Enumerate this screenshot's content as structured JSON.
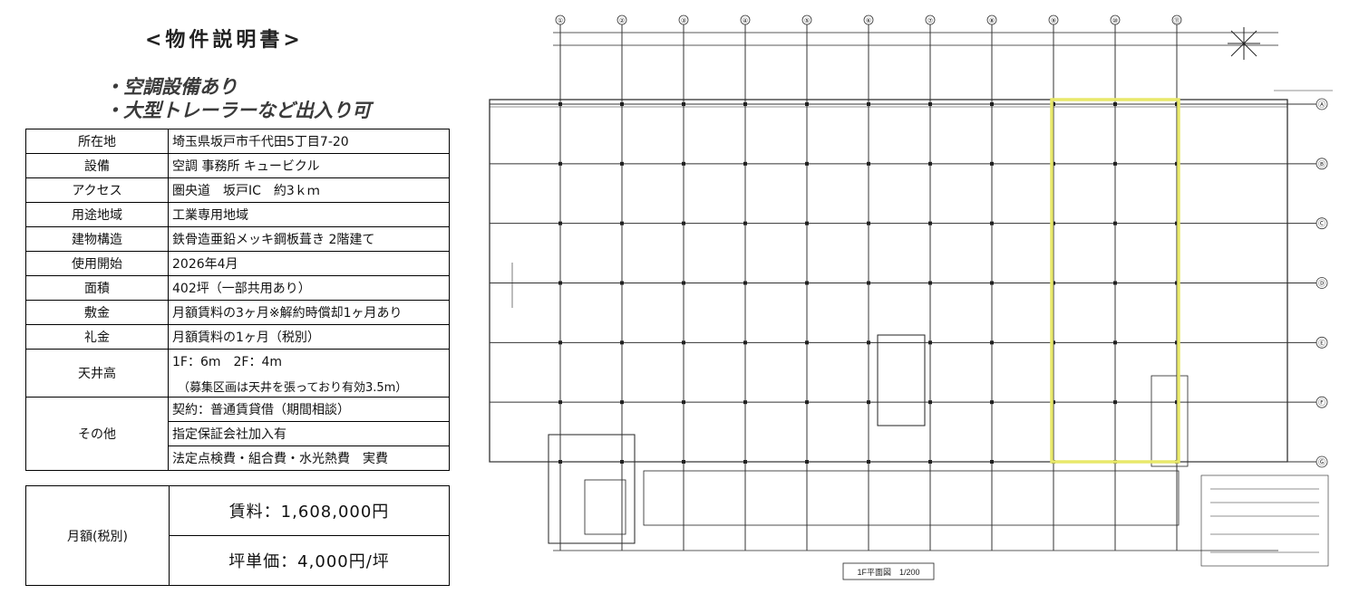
{
  "title": "<物件説明書>",
  "features": [
    "・空調設備あり",
    "・大型トレーラーなど出入り可"
  ],
  "property_rows": [
    {
      "label": "所在地",
      "value": "埼玉県坂戸市千代田5丁目7-20"
    },
    {
      "label": "設備",
      "value": "空調 事務所 キュービクル"
    },
    {
      "label": "アクセス",
      "value": "圏央道　坂戸IC　約3ｋｍ"
    },
    {
      "label": "用途地域",
      "value": "工業専用地域"
    },
    {
      "label": "建物構造",
      "value": "鉄骨造亜鉛メッキ鋼板葺き 2階建て"
    },
    {
      "label": "使用開始",
      "value": "2026年4月"
    },
    {
      "label": "面積",
      "value": "402坪（一部共用あり）"
    },
    {
      "label": "敷金",
      "value": "月額賃料の3ヶ月※解約時償却1ヶ月あり"
    },
    {
      "label": "礼金",
      "value": "月額賃料の1ヶ月（税別）"
    }
  ],
  "ceiling": {
    "label": "天井高",
    "line1": "1F：6m　2F：4m",
    "line2": "（募集区画は天井を張っており有効3.5m）"
  },
  "other": {
    "label": "その他",
    "lines": [
      "契約：普通賃貸借（期間相談）",
      "指定保証会社加入有",
      "法定点検費・組合費・水光熱費　実費"
    ]
  },
  "price": {
    "label": "月額(税別)",
    "rent": "賃料：1,608,000円",
    "tsubo": "坪単価：4,000円/坪"
  },
  "plan": {
    "column_labels": [
      "①",
      "②",
      "③",
      "④",
      "⑤",
      "⑥",
      "⑦",
      "⑧",
      "⑨",
      "⑩",
      "⑪"
    ],
    "row_labels": [
      "Ⓐ",
      "Ⓑ",
      "Ⓒ",
      "Ⓓ",
      "Ⓔ",
      "Ⓕ",
      "Ⓖ"
    ],
    "highlight_color": "#e8e86a",
    "caption": "1F平面図　1/200"
  }
}
